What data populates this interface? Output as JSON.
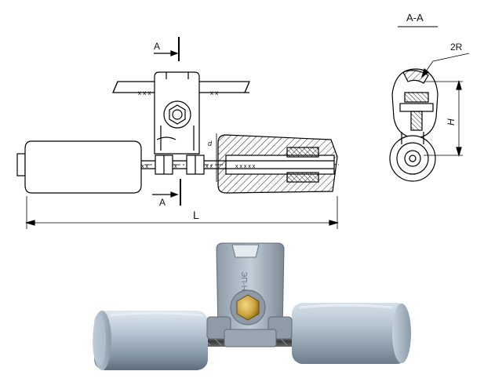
{
  "drawing": {
    "section_title": "A-A",
    "radius_label": "2R",
    "height_label": "H",
    "cut_marker_top": "A",
    "cut_marker_bottom": "A",
    "length_label": "L",
    "gap_label": "d",
    "line_color": "#000000",
    "hatch_color": "#222222"
  },
  "photo": {
    "clamp_marking": "ЭП-Н",
    "weight_color": "#9fb2c2",
    "clamp_color": "#a9b6c1",
    "bolt_color": "#c9a33a",
    "cable_color": "#505050"
  }
}
